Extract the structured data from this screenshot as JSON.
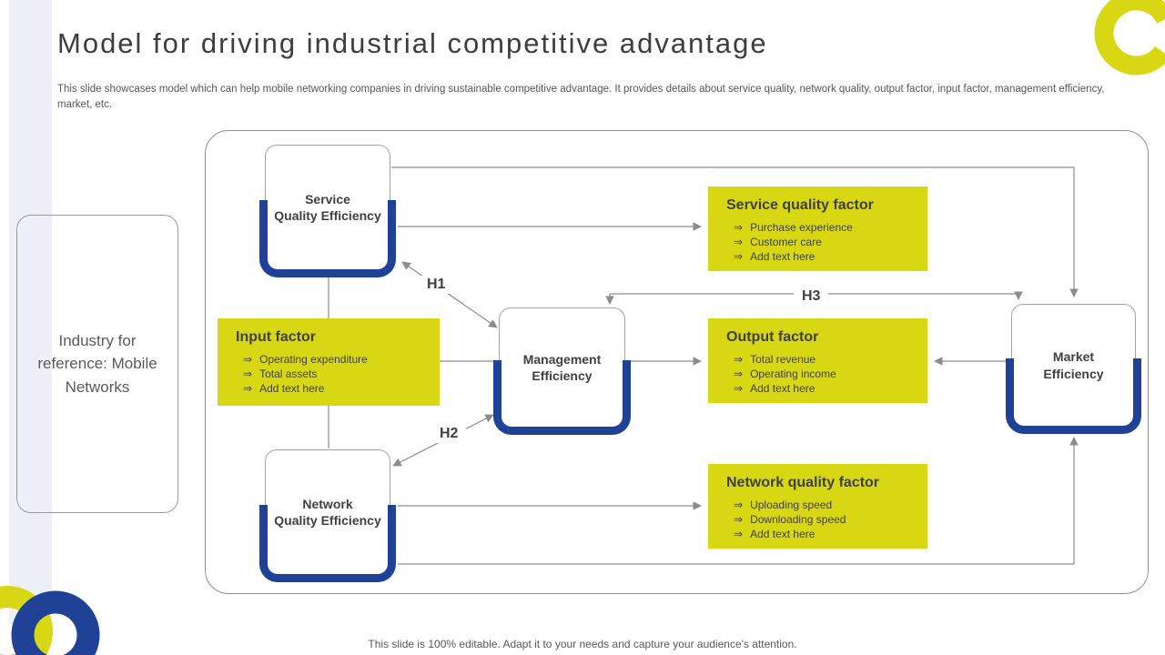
{
  "slide": {
    "title": "Model for driving industrial competitive advantage",
    "description": "This slide showcases model which can help mobile networking companies in driving sustainable competitive advantage. It provides details about service quality, network quality, output factor, input factor, management efficiency, market, etc.",
    "side_note": "Industry for reference: Mobile Networks",
    "footer": "This slide is 100% editable. Adapt it to your needs and capture your audience's attention."
  },
  "diagram": {
    "bullet_glyph": "⇒",
    "efficiency_nodes": [
      {
        "id": "service",
        "line1": "Service",
        "line2": "Quality Efficiency"
      },
      {
        "id": "network",
        "line1": "Network",
        "line2": "Quality Efficiency"
      },
      {
        "id": "management",
        "line1": "Management",
        "line2": "Efficiency"
      },
      {
        "id": "market",
        "line1": "Market",
        "line2": "Efficiency"
      }
    ],
    "factor_boxes": [
      {
        "id": "service-quality-factor",
        "title": "Service quality factor",
        "items": [
          "Purchase experience",
          "Customer care",
          "Add text here"
        ]
      },
      {
        "id": "input-factor",
        "title": "Input factor",
        "items": [
          "Operating expenditure",
          "Total assets",
          "Add text here"
        ]
      },
      {
        "id": "output-factor",
        "title": "Output factor",
        "items": [
          "Total revenue",
          "Operating income",
          "Add text here"
        ]
      },
      {
        "id": "network-quality-factor",
        "title": "Network quality factor",
        "items": [
          "Uploading speed",
          "Downloading speed",
          "Add text here"
        ]
      }
    ],
    "hypotheses": [
      "H1",
      "H2",
      "H3"
    ]
  },
  "colors": {
    "accent_yellow": "#d8d713",
    "accent_blue": "#1f4296",
    "connector_gray": "#8c8c8c",
    "stripe_background": "#eef0f8",
    "text_dark": "#404040",
    "text_muted": "#595959"
  }
}
